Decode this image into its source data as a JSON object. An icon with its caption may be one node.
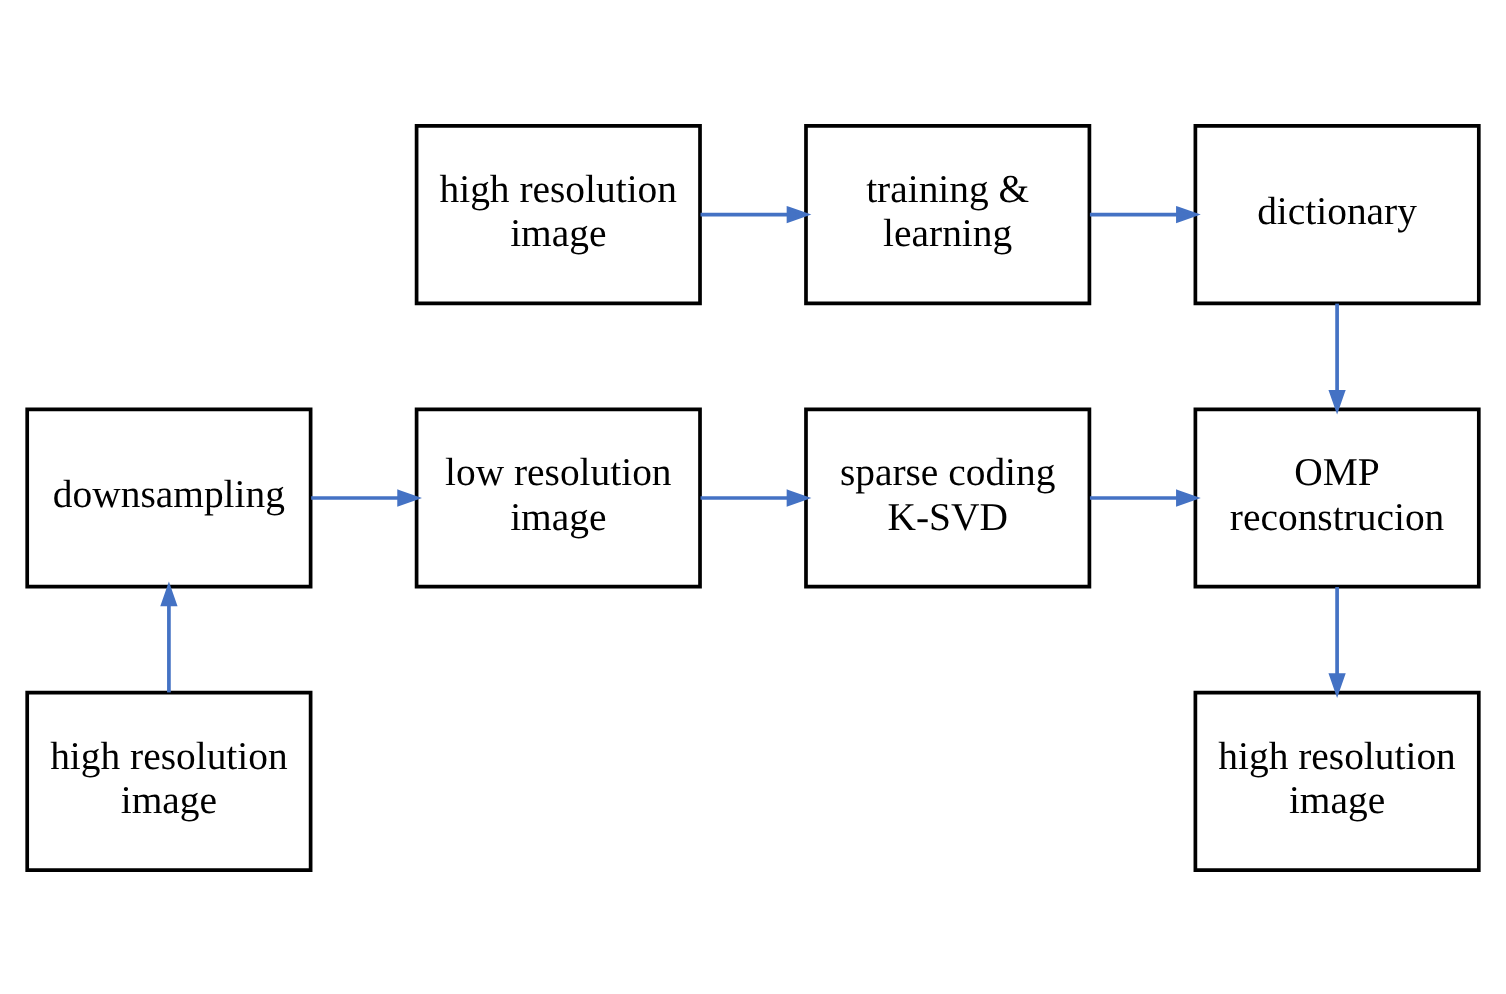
{
  "diagram": {
    "nodes": [
      {
        "text": [
          "high resolution image"
        ]
      },
      {
        "text": [
          "training & learning"
        ]
      },
      {
        "text": [
          "dictionary"
        ]
      },
      {
        "text": [
          "downsampling"
        ]
      },
      {
        "text": [
          "low resolution image"
        ]
      },
      {
        "text": [
          "sparse coding K-SVD"
        ]
      },
      {
        "text": [
          "OMP reconstrucion"
        ]
      },
      {
        "text": [
          "high resolution image"
        ]
      },
      {
        "text": [
          "high resolution image"
        ]
      }
    ],
    "edges": [
      {
        "from": 0,
        "to": 1,
        "arrow": "to"
      },
      {
        "from": 1,
        "to": 2,
        "arrow": "to"
      },
      {
        "from": 2,
        "to": 6,
        "arrow": "to"
      },
      {
        "from": 7,
        "to": 3,
        "arrow": "to"
      },
      {
        "from": 3,
        "to": 4,
        "arrow": "to"
      },
      {
        "from": 4,
        "to": 5,
        "arrow": "to"
      },
      {
        "from": 5,
        "to": 6,
        "arrow": "to"
      },
      {
        "from": 6,
        "to": 8,
        "arrow": "to"
      }
    ]
  }
}
